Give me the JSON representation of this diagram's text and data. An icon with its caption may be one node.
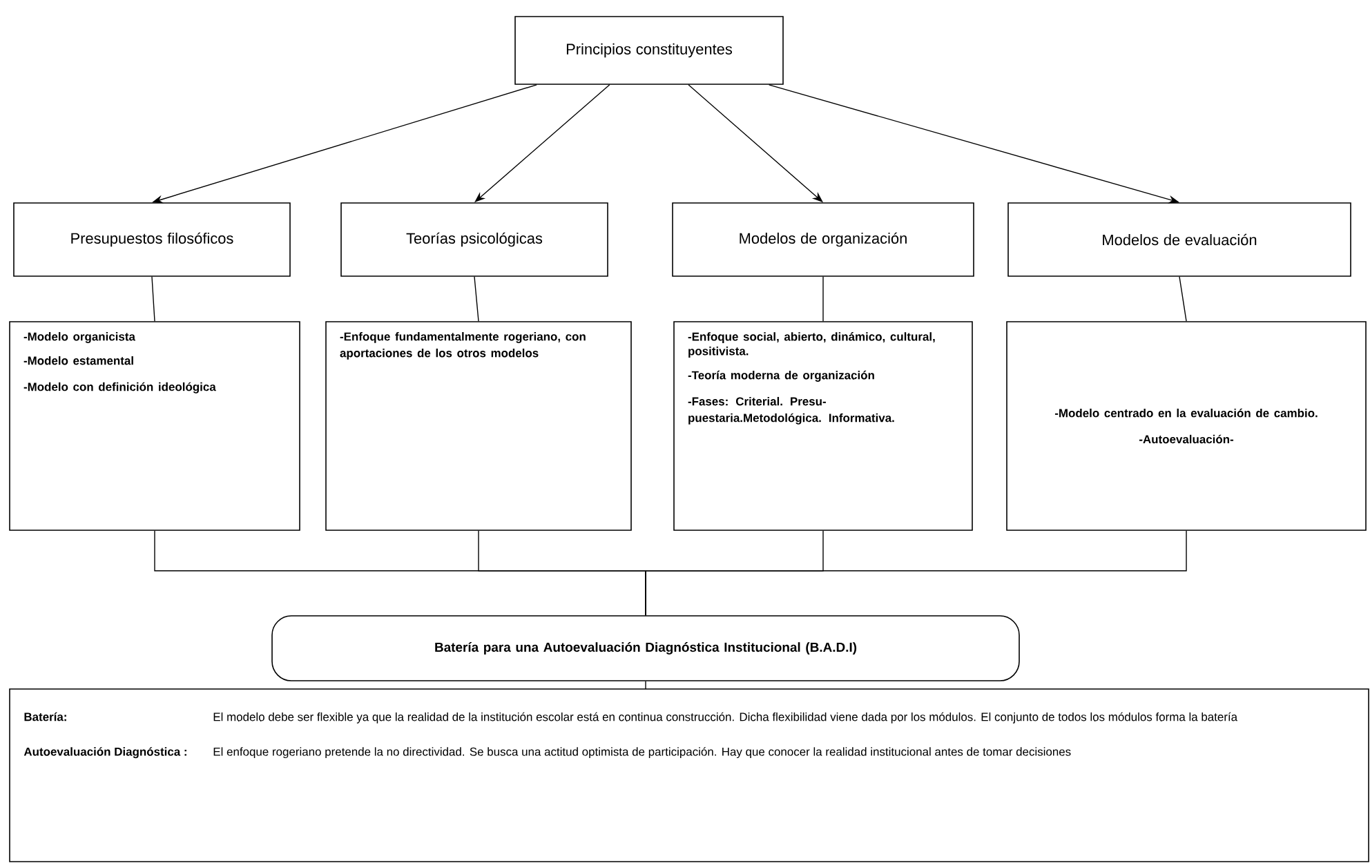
{
  "diagram": {
    "nodes": [
      {
        "text": [
          "Principios constituyentes"
        ]
      },
      {
        "text": [
          "Presupuestos filosóficos"
        ]
      },
      {
        "text": [
          "Teorías psicológicas"
        ]
      },
      {
        "text": [
          "Modelos de organización"
        ]
      },
      {
        "text": [
          "Modelos de evaluación"
        ]
      },
      {
        "text": [
          "-Modelo organicista",
          "-Modelo estamental",
          "-Modelo con definición ideológica"
        ]
      },
      {
        "text": [
          "-Enfoque fundamentalmente rogeriano, con aportaciones de los otros modelos"
        ]
      },
      {
        "text": [
          "-Enfoque social, abierto, dinámico, cultural, positivista.",
          "-Teoría moderna de organización",
          "-Fases: Criterial. Presu- puestaria.Metodológica. Informativa."
        ]
      },
      {
        "text": [
          "-Modelo centrado en la evaluación de cambio.",
          "-Autoevaluación-"
        ]
      },
      {
        "text": [
          "Batería para una Autoevaluación Diagnóstica Institucional (B.A.D.I)"
        ]
      },
      {
        "text": [
          "Batería:",
          "El modelo debe ser flexible ya que la realidad de la institución escolar está en continua construcción. Dicha flexibilidad viene dada por los módulos. El conjunto de todos los módulos forma la batería",
          "Autoevaluación Diagnóstica :",
          "El enfoque rogeriano pretende la no directividad. Se busca una actitud optimista de participación. Hay que conocer la realidad institucional antes de tomar decisiones"
        ]
      }
    ],
    "edges": [
      {
        "from": 0,
        "to": 1,
        "arrow": "to"
      },
      {
        "from": 0,
        "to": 2,
        "arrow": "to"
      },
      {
        "from": 0,
        "to": 3,
        "arrow": "to"
      },
      {
        "from": 0,
        "to": 4,
        "arrow": "to"
      },
      {
        "from": 1,
        "to": 5,
        "arrow": "none"
      },
      {
        "from": 2,
        "to": 6,
        "arrow": "none"
      },
      {
        "from": 3,
        "to": 7,
        "arrow": "none"
      },
      {
        "from": 4,
        "to": 8,
        "arrow": "none"
      },
      {
        "from": 5,
        "to": 9,
        "arrow": "none"
      },
      {
        "from": 6,
        "to": 9,
        "arrow": "none"
      },
      {
        "from": 7,
        "to": 9,
        "arrow": "none"
      },
      {
        "from": 8,
        "to": 9,
        "arrow": "none"
      },
      {
        "from": 9,
        "to": 10,
        "arrow": "none"
      }
    ]
  }
}
